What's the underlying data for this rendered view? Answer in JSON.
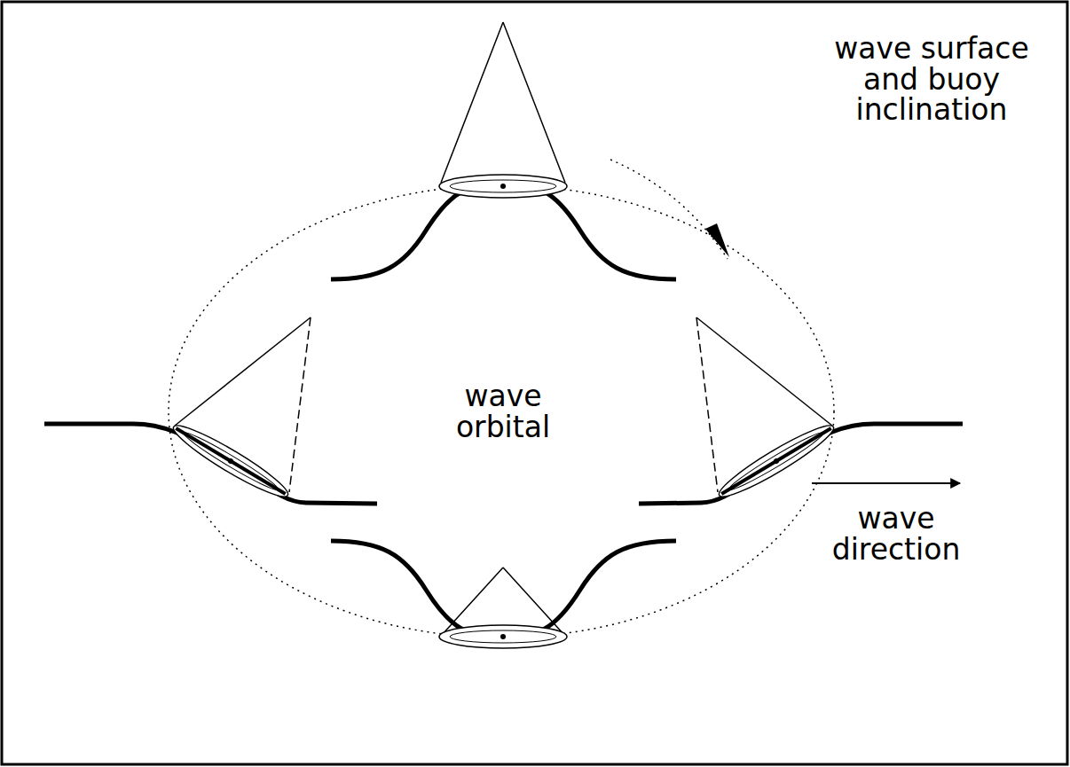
{
  "diagram": {
    "labels": [
      "wave surface and buoy inclination",
      "wave orbital",
      "wave direction"
    ]
  }
}
